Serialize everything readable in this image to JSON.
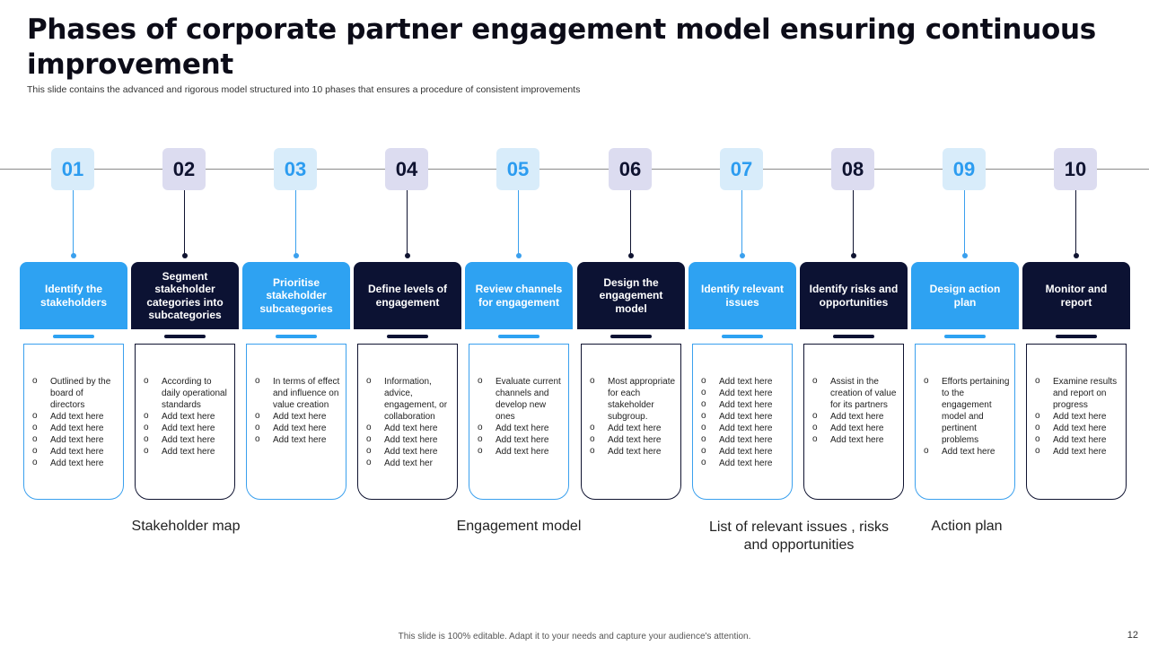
{
  "title": "Phases of corporate partner engagement model ensuring continuous improvement",
  "subtitle": "This slide contains the advanced and rigorous model structured into 10 phases that ensures a procedure of consistent improvements",
  "colors": {
    "light_blue": "#2ea2f2",
    "navy": "#0c1233"
  },
  "phases": [
    {
      "number": "01",
      "title": "Identify the stakeholders",
      "items": [
        "Outlined by the board of directors",
        "Add text here",
        "Add text here",
        "Add text here",
        "Add text here",
        "Add text here"
      ]
    },
    {
      "number": "02",
      "title": "Segment stakeholder categories into subcategories",
      "items": [
        "According to daily operational standards",
        "Add text here",
        "Add text here",
        "Add text here",
        "Add text here"
      ]
    },
    {
      "number": "03",
      "title": "Prioritise stakeholder subcategories",
      "items": [
        "In terms of effect and influence on value creation",
        "Add text here",
        "Add text here",
        "Add text here"
      ]
    },
    {
      "number": "04",
      "title": "Define levels of engagement",
      "items": [
        "Information, advice, engagement, or collaboration",
        "Add text here",
        "Add text here",
        "Add text here",
        "Add text her"
      ]
    },
    {
      "number": "05",
      "title": "Review channels for engagement",
      "items": [
        "Evaluate current channels and develop new ones",
        "Add text here",
        "Add text here",
        "Add text here"
      ]
    },
    {
      "number": "06",
      "title": "Design the engagement model",
      "items": [
        "Most appropriate for each stakeholder subgroup.",
        "Add text here",
        "Add text here",
        "Add text here"
      ]
    },
    {
      "number": "07",
      "title": "Identify relevant issues",
      "items": [
        "Add text here",
        "Add text here",
        "Add text here",
        "Add text here",
        "Add text here",
        "Add text here",
        "Add text here",
        "Add text here"
      ]
    },
    {
      "number": "08",
      "title": "Identify risks and opportunities",
      "items": [
        "Assist in the creation of value for its partners",
        "Add text here",
        "Add text here",
        "Add text here"
      ]
    },
    {
      "number": "09",
      "title": "Design action plan",
      "items": [
        "Efforts pertaining to the engagement model and pertinent problems",
        "Add text here"
      ]
    },
    {
      "number": "10",
      "title": "Monitor and report",
      "items": [
        "Examine results and report on progress",
        "Add text here",
        "Add text here",
        "Add text here",
        "Add text here"
      ]
    }
  ],
  "groups": {
    "stakeholder_map": "Stakeholder map",
    "engagement_model": "Engagement model",
    "issues_risks": "List of relevant issues , risks and opportunities",
    "action_plan": "Action plan"
  },
  "footer": "This slide is 100% editable. Adapt it to your needs and capture your audience's attention.",
  "page_number": "12"
}
